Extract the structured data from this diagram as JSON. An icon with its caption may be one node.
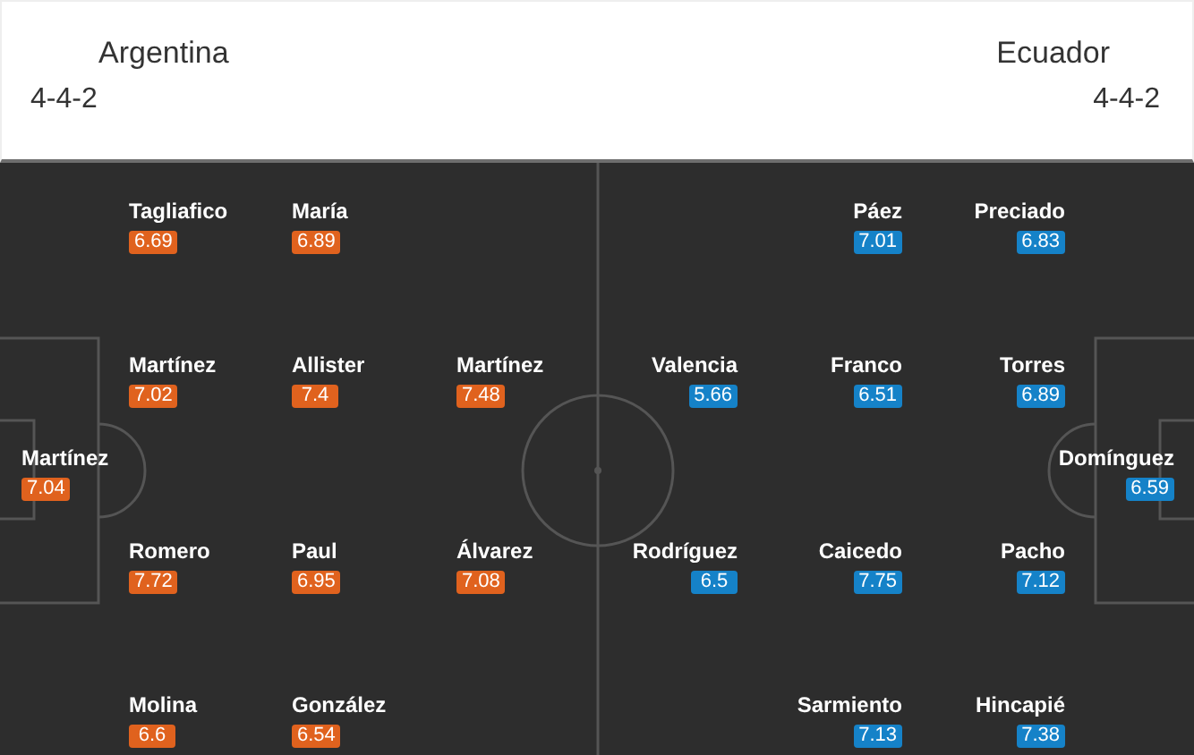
{
  "diagram": {
    "nodes": [
      {
        "text": [
          "Tagliafico",
          "6.69"
        ]
      },
      {
        "text": [
          "María",
          "6.89"
        ]
      },
      {
        "text": [
          "Páez",
          "7.01"
        ]
      },
      {
        "text": [
          "Preciado",
          "6.83"
        ]
      },
      {
        "text": [
          "Martínez",
          "7.02"
        ]
      },
      {
        "text": [
          "Allister",
          "7.4"
        ]
      },
      {
        "text": [
          "Martínez",
          "7.48"
        ]
      },
      {
        "text": [
          "Valencia",
          "5.66"
        ]
      },
      {
        "text": [
          "Franco",
          "6.51"
        ]
      },
      {
        "text": [
          "Torres",
          "6.89"
        ]
      },
      {
        "text": [
          "Martínez",
          "7.04"
        ]
      },
      {
        "text": [
          "Domínguez",
          "6.59"
        ]
      },
      {
        "text": [
          "Romero",
          "7.72"
        ]
      },
      {
        "text": [
          "Paul",
          "6.95"
        ]
      },
      {
        "text": [
          "Álvarez",
          "7.08"
        ]
      },
      {
        "text": [
          "Rodríguez",
          "6.5"
        ]
      },
      {
        "text": [
          "Caicedo",
          "7.75"
        ]
      },
      {
        "text": [
          "Pacho",
          "7.12"
        ]
      },
      {
        "text": [
          "Molina",
          "6.6"
        ]
      },
      {
        "text": [
          "González",
          "6.54"
        ]
      },
      {
        "text": [
          "Sarmiento",
          "7.13"
        ]
      },
      {
        "text": [
          "Hincapié",
          "7.38"
        ]
      }
    ],
    "labels": [
      "Argentina",
      "Ecuador",
      "4-4-2",
      "4-4-2"
    ]
  }
}
